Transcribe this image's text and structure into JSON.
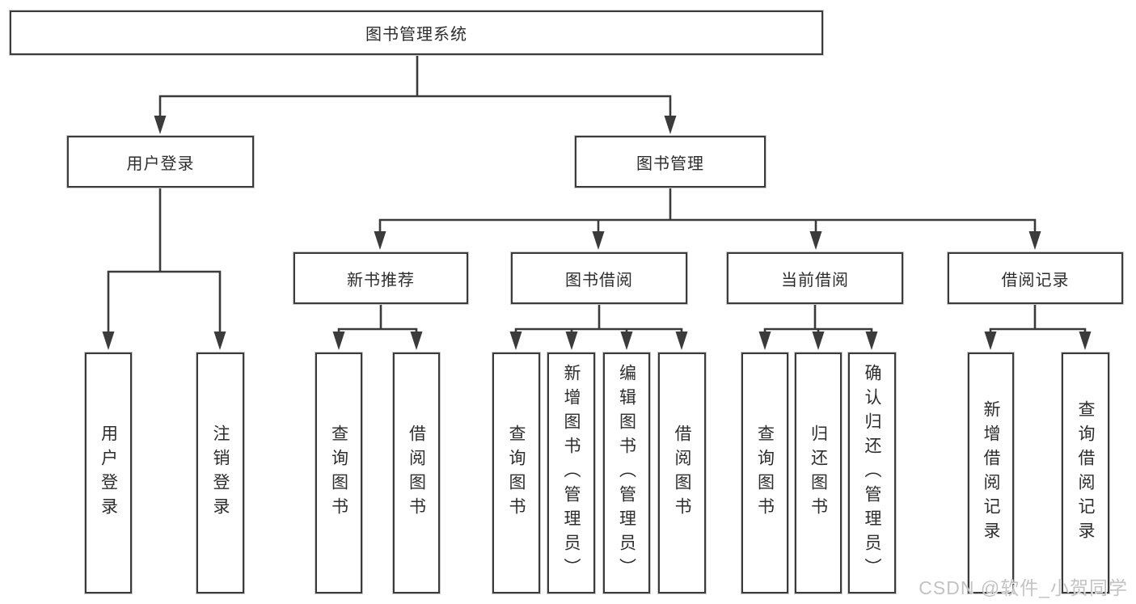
{
  "diagram_title": "图书管理系统",
  "tree": {
    "root": {
      "label": "图书管理系统",
      "children": [
        {
          "label": "用户登录",
          "children": [
            {
              "label": "用户登录"
            },
            {
              "label": "注销登录"
            }
          ]
        },
        {
          "label": "图书管理",
          "children": [
            {
              "label": "新书推荐",
              "children": [
                {
                  "label": "查询图书"
                },
                {
                  "label": "借阅图书"
                }
              ]
            },
            {
              "label": "图书借阅",
              "children": [
                {
                  "label": "查询图书"
                },
                {
                  "label": "新增图书（管理员）"
                },
                {
                  "label": "编辑图书（管理员）"
                },
                {
                  "label": "借阅图书"
                }
              ]
            },
            {
              "label": "当前借阅",
              "children": [
                {
                  "label": "查询图书"
                },
                {
                  "label": "归还图书"
                },
                {
                  "label": "确认归还（管理员）"
                }
              ]
            },
            {
              "label": "借阅记录",
              "children": [
                {
                  "label": "新增借阅记录"
                },
                {
                  "label": "查询借阅记录"
                }
              ]
            }
          ]
        }
      ]
    }
  },
  "watermark": {
    "text": "CSDN @软件_小贺同学"
  },
  "colors": {
    "line": "#3b3b3b",
    "box_border": "#3b3b3b",
    "text": "#2d2d2d",
    "background": "#ffffff",
    "watermark": "#c3c3c3"
  }
}
